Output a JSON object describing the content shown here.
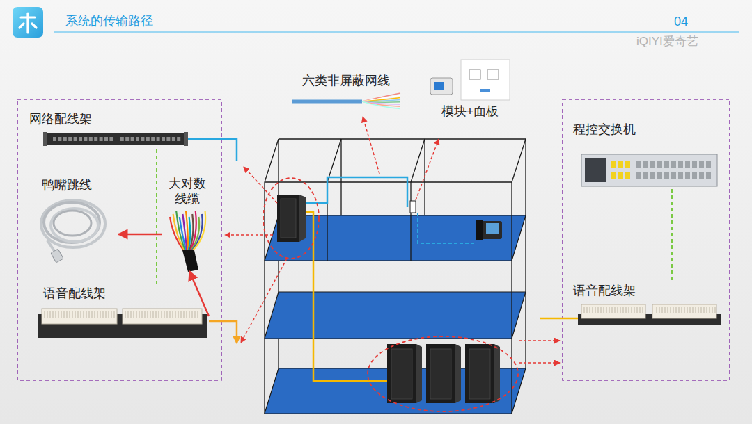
{
  "diagram": {
    "title": "系统的传输路径",
    "nodes": [
      {
        "text": [
          "六类非屏蔽网线"
        ]
      },
      {
        "text": [
          "模块+面板"
        ]
      },
      {
        "text": [
          "网络配线架"
        ]
      },
      {
        "text": [
          "程控交换机"
        ]
      },
      {
        "text": [
          "鸭嘴跳线"
        ]
      },
      {
        "text": [
          "大对数 线缆"
        ]
      },
      {
        "text": [
          "语音配线架"
        ]
      },
      {
        "text": [
          "语音配线架"
        ]
      }
    ],
    "edges": [
      {
        "from": 2,
        "to": 6,
        "arrow": "none"
      },
      {
        "from": 5,
        "to": 4,
        "arrow": "to"
      },
      {
        "from": 6,
        "to": 5,
        "arrow": "to"
      },
      {
        "from": 3,
        "to": 7,
        "arrow": "none"
      }
    ],
    "labels": [
      "04",
      "iQIYI爱奇艺"
    ]
  }
}
